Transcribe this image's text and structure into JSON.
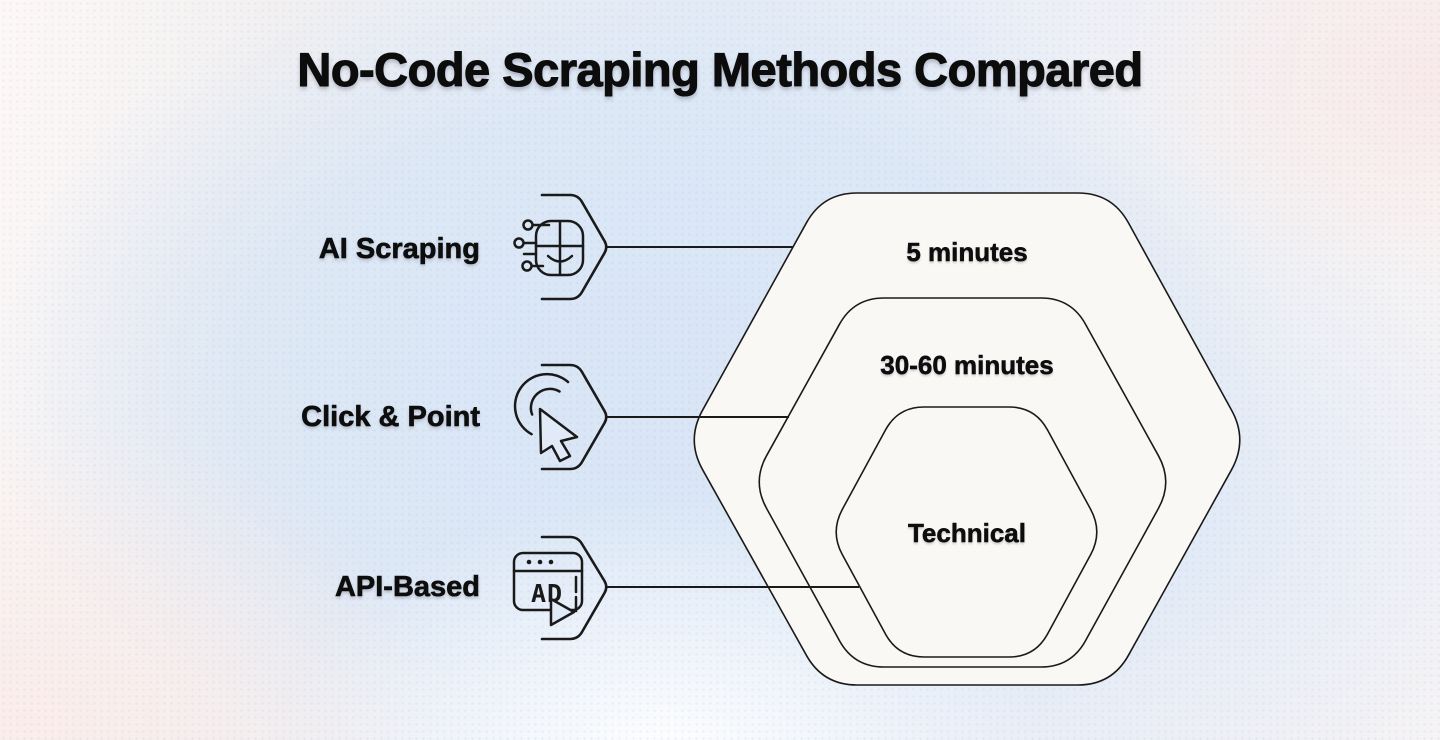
{
  "title": "No-Code Scraping Methods Compared",
  "methods": [
    {
      "label": "AI Scraping",
      "icon": "ai-robot-circuit-icon",
      "connects_to": "5 minutes"
    },
    {
      "label": "Click & Point",
      "icon": "click-cursor-icon",
      "connects_to": "30-60 minutes"
    },
    {
      "label": "API-Based",
      "icon": "api-ad-player-icon",
      "connects_to": "Technical",
      "icon_text": "AD"
    }
  ],
  "hexagon_levels": [
    {
      "level": "outer",
      "label": "5 minutes"
    },
    {
      "level": "middle",
      "label": "30-60 minutes"
    },
    {
      "level": "inner",
      "label": "Technical"
    }
  ],
  "colors": {
    "hexagon_fill": "#FAF8F4",
    "outline": "#1A1A1A",
    "background_blue": "#DCE8F7",
    "background_pink": "#FBF4F2",
    "text": "#0D0D0D"
  }
}
